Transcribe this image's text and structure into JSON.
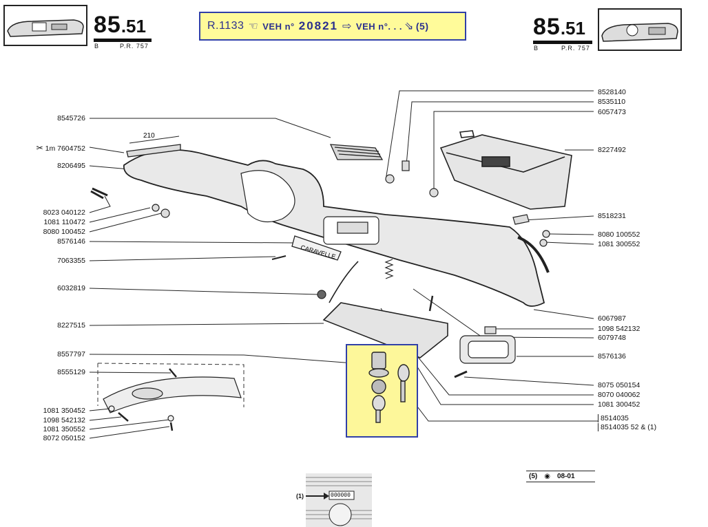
{
  "page": {
    "left_number": "85",
    "left_suffix": ".51",
    "left_sub_b": "B",
    "left_sub_pr": "P.R. 757",
    "right_number": "85",
    "right_suffix": ".51",
    "right_sub_b": "B",
    "right_sub_pr": "P.R. 757"
  },
  "banner": {
    "ref": "R.1133",
    "veh1": "VEH n°",
    "num": "20821",
    "veh2": "VEH n°. . .",
    "note": "(5)"
  },
  "labels_right": [
    "8528140",
    "8535110",
    "6057473",
    "8227492",
    "8518231",
    "8080 100552",
    "1081 300552",
    "6067987",
    "1098 542132",
    "6079748",
    "8576136",
    "8075 050154",
    "8070 040062",
    "1081 300452",
    "8514035",
    "8514035 52 & (1)"
  ],
  "labels_left": [
    "8545726",
    "1m 7604752",
    "8206495",
    "8023 040122",
    "1081 110472",
    "8080 100452",
    "8576146",
    "7063355",
    "6032819",
    "8227515",
    "8557797",
    "8555129",
    "1081 350452",
    "1098 542132",
    "1081 350552",
    "8072 050152"
  ],
  "misc": {
    "dim_210": "210",
    "caravelle": "CARAVELLE",
    "footer_note": "(5)",
    "footer_date": "08-01",
    "inset_note": "(1)",
    "inset_serial": "000000"
  },
  "colors": {
    "banner_bg": "#fffb9a",
    "banner_border": "#2f3fa8",
    "highlight_bg": "#fdf79a",
    "highlight_border": "#2f3fa8"
  }
}
